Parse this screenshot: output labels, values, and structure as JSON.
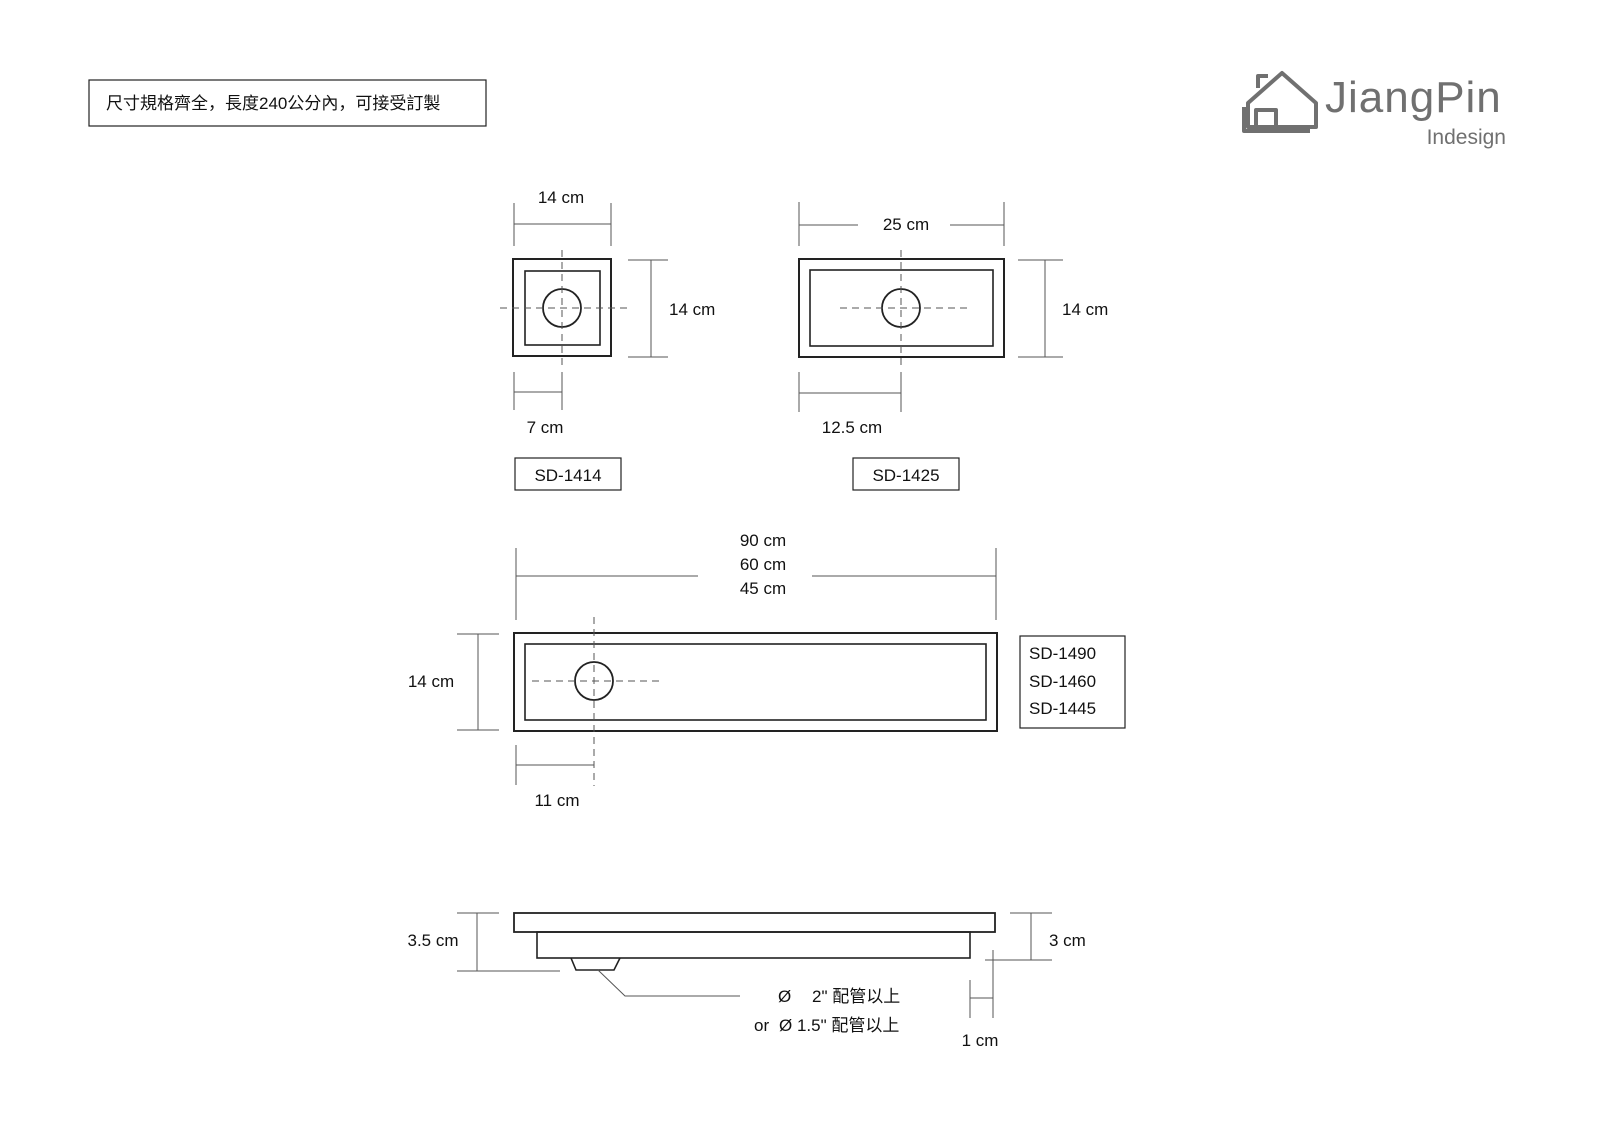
{
  "header": {
    "note": "尺寸規格齊全，長度240公分內，可接受訂製"
  },
  "logo": {
    "brand": "JiangPin",
    "tagline": "Indesign",
    "icon": "house-icon",
    "color": "#707070"
  },
  "drain_1414": {
    "width_label": "14 cm",
    "height_label": "14 cm",
    "offset_label": "7 cm",
    "model": "SD-1414"
  },
  "drain_1425": {
    "width_label": "25 cm",
    "height_label": "14 cm",
    "offset_label": "12.5 cm",
    "model": "SD-1425"
  },
  "drain_long": {
    "length_labels": [
      "90 cm",
      "60 cm",
      "45 cm"
    ],
    "height_label": "14 cm",
    "offset_label": "11 cm",
    "models": [
      "SD-1490",
      "SD-1460",
      "SD-1445"
    ]
  },
  "side_view": {
    "total_height_label": "3.5 cm",
    "body_height_label": "3 cm",
    "flange_label": "1 cm",
    "pipe_line1_symbol": "Ø",
    "pipe_line1_text": "2\" 配管以上",
    "pipe_line2_prefix": "or",
    "pipe_line2_text": "Ø 1.5\" 配管以上"
  }
}
